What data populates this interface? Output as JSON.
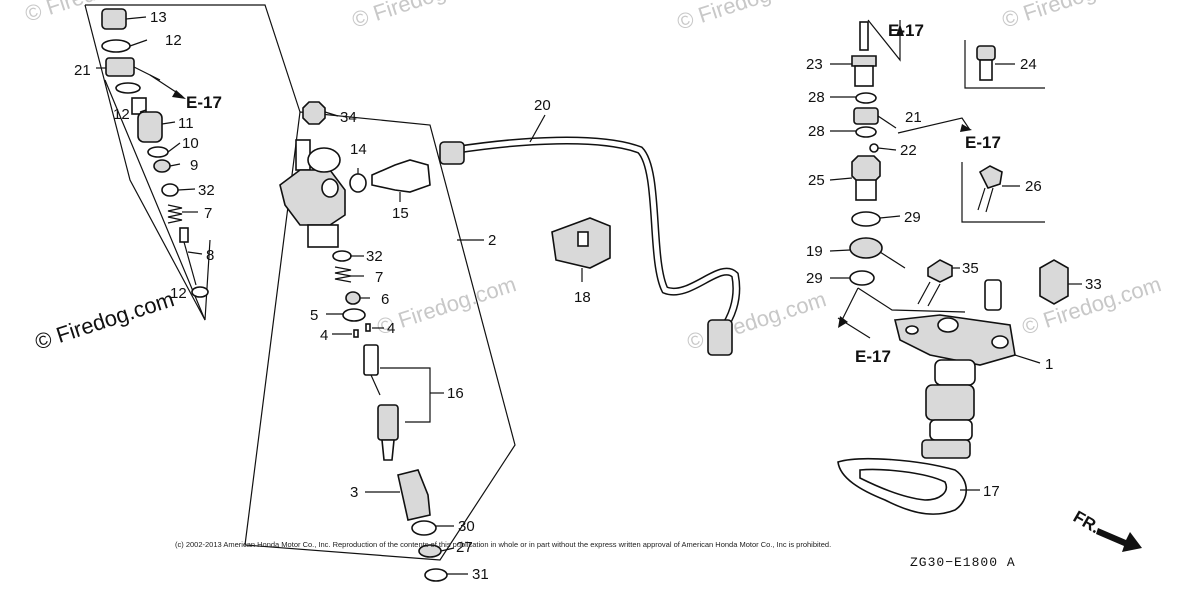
{
  "watermarks": [
    "© Firedog.com",
    "© Firedog.com",
    "© Firedog.com",
    "© Firedog.com",
    "© Firedog.com",
    "© Firedog.com",
    "© Firedog.com",
    "© Firedog.com"
  ],
  "callouts": {
    "p1": "1",
    "p2": "2",
    "p3": "3",
    "p4a": "4",
    "p4b": "4",
    "p5": "5",
    "p6": "6",
    "p7a": "7",
    "p7b": "7",
    "p8": "8",
    "p9": "9",
    "p10": "10",
    "p11": "11",
    "p12a": "12",
    "p12b": "12",
    "p12c": "12",
    "p13": "13",
    "p14": "14",
    "p15": "15",
    "p16": "16",
    "p17": "17",
    "p18": "18",
    "p19": "19",
    "p20": "20",
    "p21a": "21",
    "p21b": "21",
    "p22": "22",
    "p23": "23",
    "p24": "24",
    "p25": "25",
    "p26": "26",
    "p27": "27",
    "p28a": "28",
    "p28b": "28",
    "p29a": "29",
    "p29b": "29",
    "p30": "30",
    "p31": "31",
    "p32a": "32",
    "p32b": "32",
    "p33": "33",
    "p34": "34",
    "p35": "35"
  },
  "references": {
    "e17_top_left": "E-17",
    "e17_top_right": "E-17",
    "e17_mid_right": "E-17",
    "e17_lower": "E-17"
  },
  "direction_label": "FR.",
  "copyright": "(c) 2002-2013 American Honda Motor Co., Inc. Reproduction of the contents of this publication in whole or in part without the express written approval of American Honda Motor Co., Inc is prohibited.",
  "diagram_code": "ZG30−E1800 A"
}
